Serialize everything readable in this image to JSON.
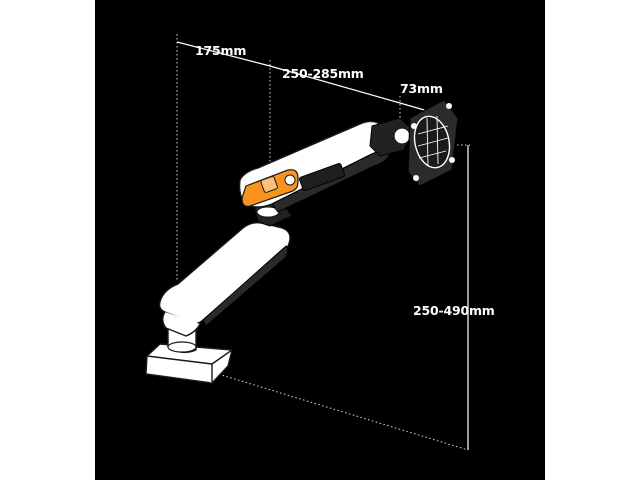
{
  "dimensions": {
    "base_reach": "175mm",
    "arm_length": "250-285mm",
    "head_offset": "73mm",
    "height_range": "250-490mm"
  },
  "colors": {
    "background": "#000000",
    "arm": "#ffffff",
    "accent": "#f7941d",
    "page": "#ffffff"
  }
}
